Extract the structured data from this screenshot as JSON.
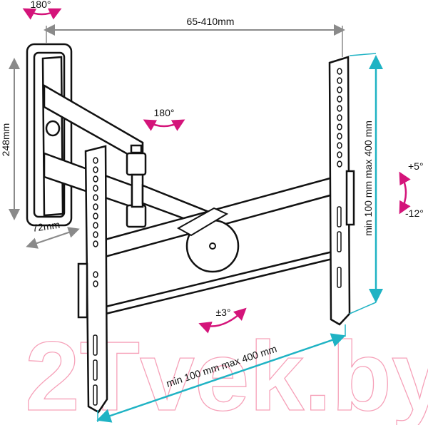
{
  "watermark": "2Tvek.by",
  "colors": {
    "dimension_gray": "#8a8a8a",
    "dimension_teal": "#1fb3c4",
    "rotation_magenta": "#d4147a",
    "line": "#111111"
  },
  "labels": {
    "swivel_wall": "180°",
    "extension": "65-410mm",
    "swivel_arm": "180°",
    "plate_height": "248mm",
    "plate_depth": "72mm",
    "vertical_vesa": "min 100 mm max 400 mm",
    "tilt_up": "+5°",
    "tilt_down": "-12°",
    "rotation": "±3°",
    "horizontal_vesa": "min 100 mm max 400 mm"
  }
}
